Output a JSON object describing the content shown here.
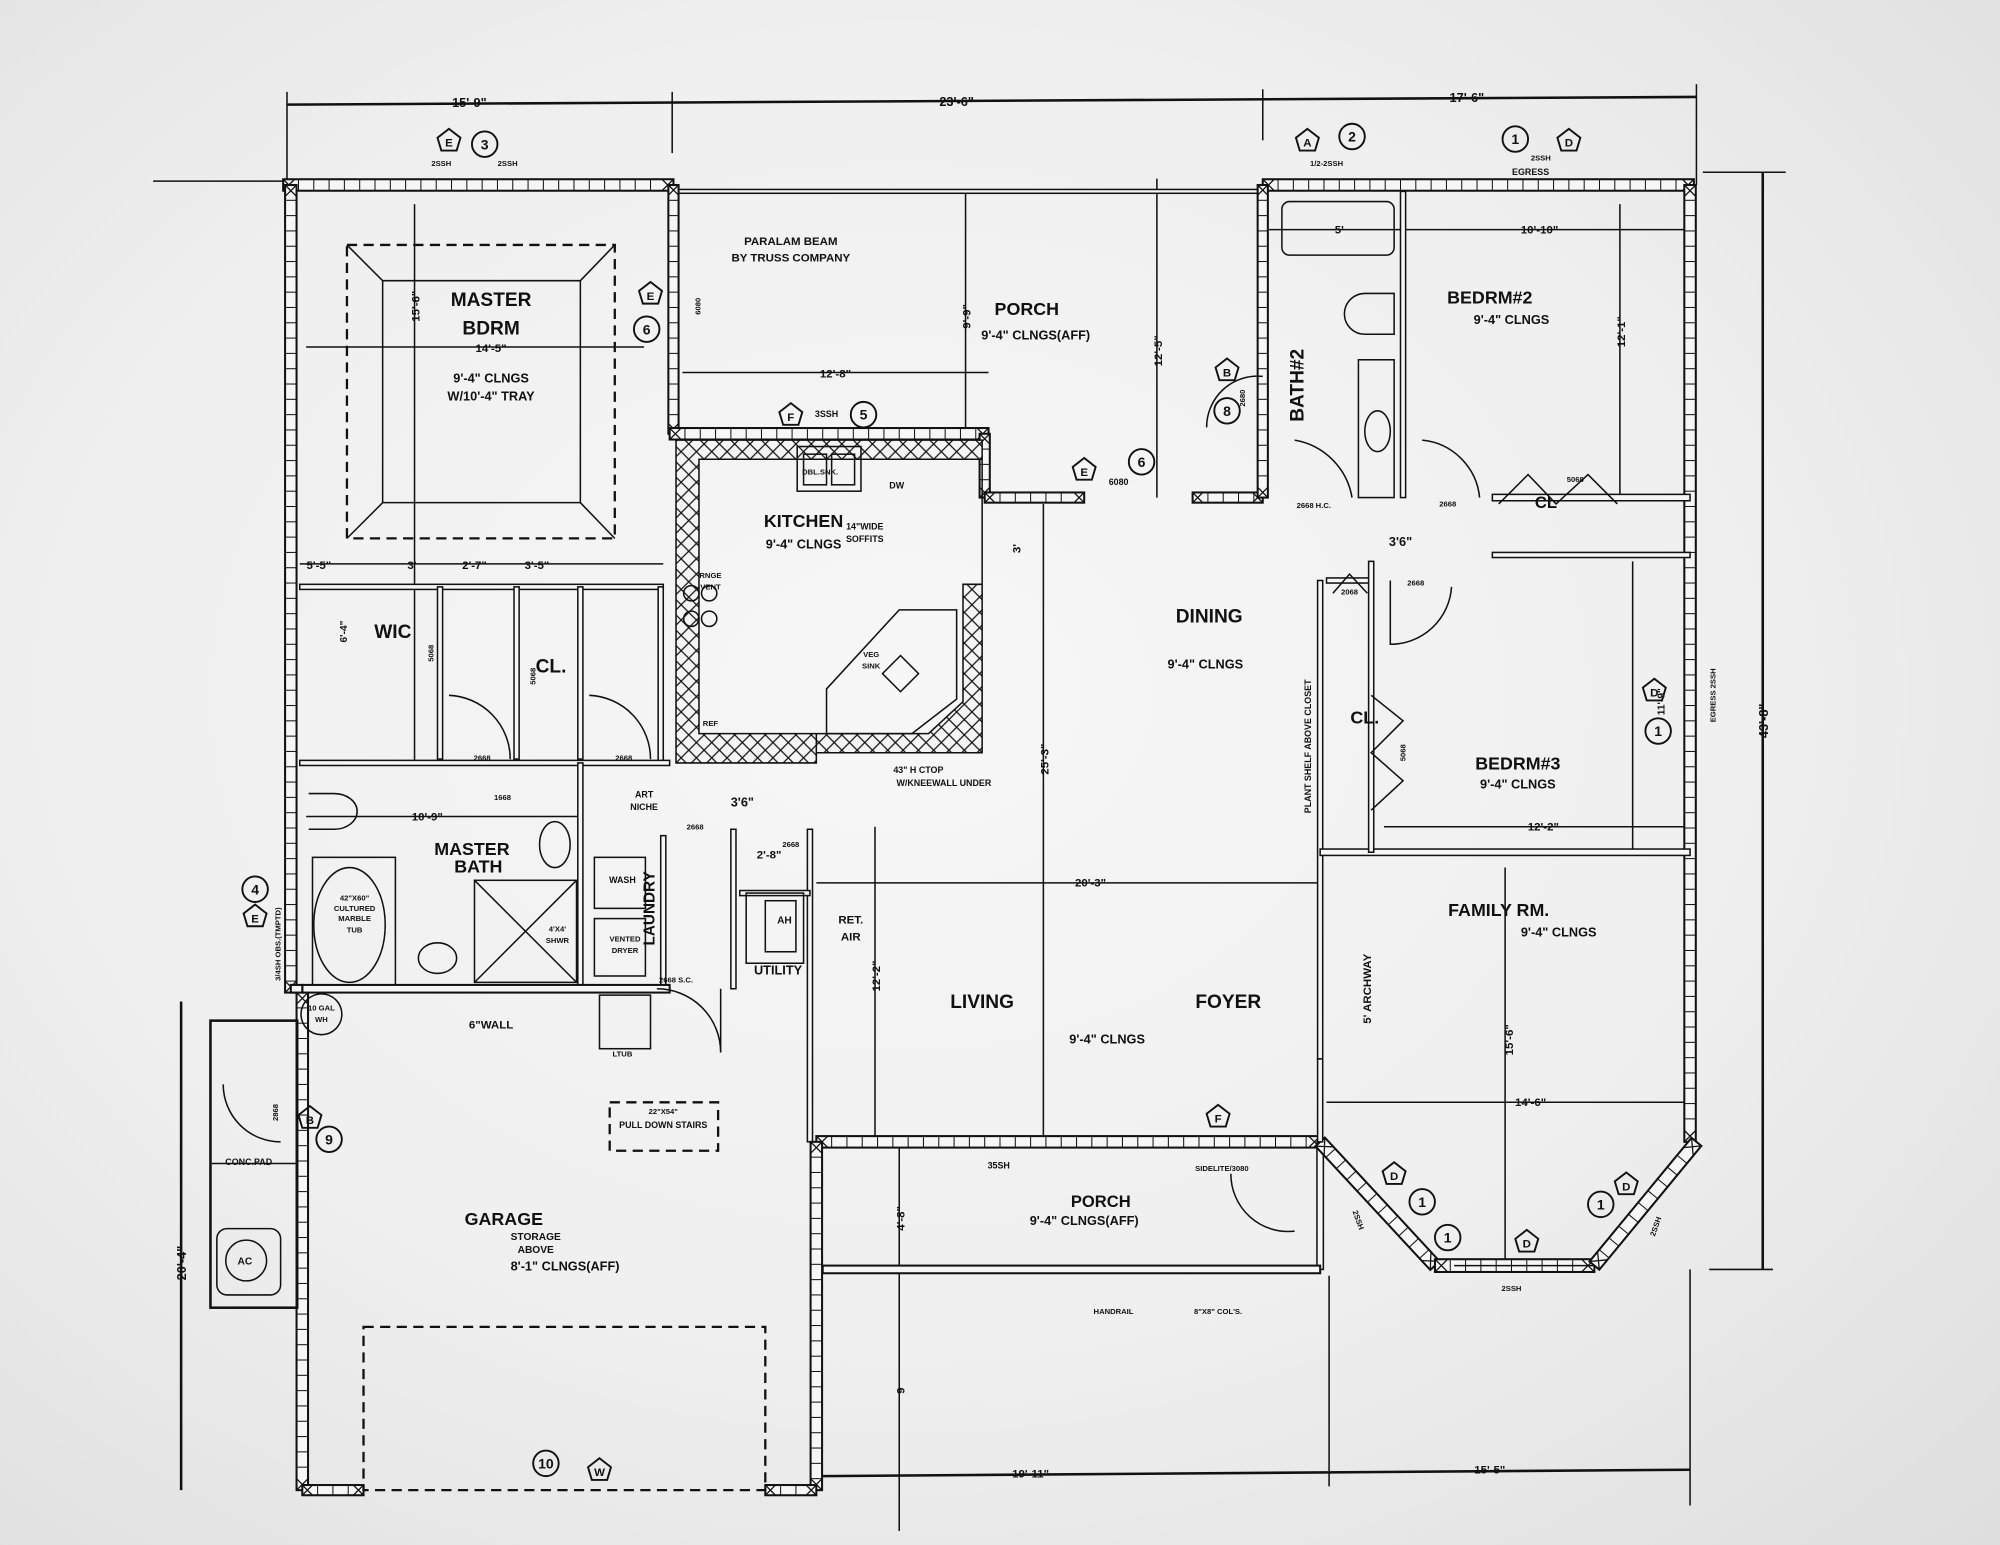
{
  "labels": {
    "rooms": [
      "MASTER",
      "BDRM",
      "9'-4\" CLNGS",
      "W/10'-4\" TRAY",
      "PORCH",
      "9'-4\" CLNGS(AFF)",
      "BEDRM#2",
      "9'-4\" CLNGS",
      "BATH#2",
      "KITCHEN",
      "9'-4\" CLNGS",
      "DINING",
      "9'-4\" CLNGS",
      "WIC",
      "CL.",
      "CL.",
      "BEDRM#3",
      "9'-4\" CLNGS",
      "CL",
      "MASTER",
      "BATH",
      "FAMILY RM.",
      "9'-4\" CLNGS",
      "LIVING",
      "FOYER",
      "9'-4\" CLNGS",
      "UTILITY",
      "LAUNDRY",
      "GARAGE",
      "STORAGE",
      "ABOVE",
      "8'-1\" CLNGS(AFF)",
      "PORCH",
      "9'-4\" CLNGS(AFF)"
    ],
    "dimensions": [
      "15'-9\"",
      "23'-6\"",
      "17'-6\"",
      "43'-8\"",
      "19'-11\"",
      "15'-5\"",
      "20'-4\"",
      "14'-5\"",
      "15'-6\"",
      "12'-8\"",
      "9'-9\"",
      "12'-5\"",
      "5'",
      "10'-10\"",
      "12'-1\"",
      "5'-5\"",
      "3'",
      "2'-7\"",
      "3'-5\"",
      "6'-4\"",
      "3'",
      "3'6\"",
      "3'6\"",
      "25'-3\"",
      "10'-9\"",
      "2'-8\"",
      "20'-3\"",
      "12'-2\"",
      "11'-9\"",
      "12'-2\"",
      "15'-6\"",
      "14'-6\"",
      "4'-8\"",
      "9",
      "5' ARCHWAY"
    ],
    "notes": [
      "PARALAM BEAM",
      "BY TRUSS COMPANY",
      "DBL.SNK.",
      "DW",
      "14\"WIDE",
      "SOFFITS",
      "RNGE",
      "VENT",
      "VEG",
      "SINK",
      "REF",
      "43\" H CTOP",
      "W/KNEEWALL UNDER",
      "ART",
      "NICHE",
      "42\"X60\"",
      "CULTURED",
      "MARBLE",
      "TUB",
      "4'X4'",
      "SHWR",
      "WASH",
      "VENTED",
      "DRYER",
      "AH",
      "RET.",
      "AIR",
      "10 GAL",
      "WH",
      "6\"WALL",
      "LTUB",
      "22\"X54\"",
      "PULL DOWN STAIRS",
      "CONC.PAD",
      "AC",
      "HANDRAIL",
      "8\"X8\" COL'S.",
      "PLANT SHELF ABOVE CLOSET"
    ],
    "openings": [
      "2SSH",
      "2SSH",
      "1/2-2SSH",
      "2SSH",
      "EGRESS",
      "3SSH",
      "6080",
      "2680",
      "6080",
      "2668",
      "2668",
      "2668",
      "2668",
      "2668 H.C.",
      "2668",
      "2668",
      "2068",
      "5068",
      "5068",
      "5068",
      "5068",
      "1668",
      "2668 S.C.",
      "2868",
      "35SH",
      "SIDELITE/3080",
      "2SSH",
      "2SSH",
      "2SSH",
      "EGRESS 2SSH",
      "3/4SH OBS.(TMPTD)"
    ],
    "markers": [
      "3",
      "2",
      "1",
      "6",
      "5",
      "6",
      "8",
      "1",
      "4",
      "9",
      "1",
      "1",
      "1",
      "10"
    ],
    "tags": [
      "E",
      "A",
      "D",
      "E",
      "F",
      "E",
      "B",
      "D",
      "E",
      "B",
      "F",
      "D",
      "D",
      "D",
      "W"
    ]
  },
  "colors": {
    "ink": "#111111",
    "paper": "#f2f2f2"
  }
}
